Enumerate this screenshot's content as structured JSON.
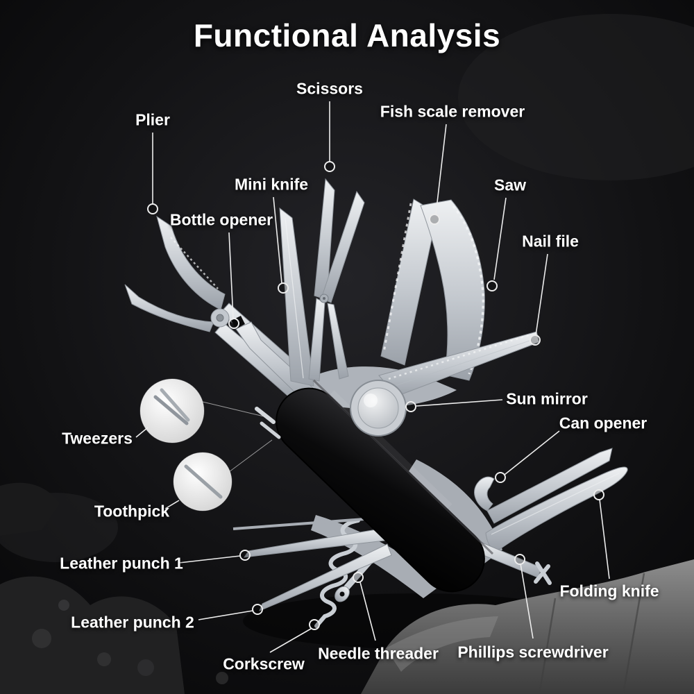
{
  "title": "Functional Analysis",
  "colors": {
    "background": "#070708",
    "label_text": "#ffffff",
    "leader_line": "#ededed",
    "steel": "#c9ced4",
    "handle": "#0b0b0d",
    "rock": "#6f6f6f"
  },
  "labels": [
    {
      "id": "scissors",
      "text": "Scissors"
    },
    {
      "id": "fish-scale-remover",
      "text": "Fish scale remover"
    },
    {
      "id": "plier",
      "text": "Plier"
    },
    {
      "id": "mini-knife",
      "text": "Mini knife"
    },
    {
      "id": "saw",
      "text": "Saw"
    },
    {
      "id": "bottle-opener",
      "text": "Bottle opener"
    },
    {
      "id": "nail-file",
      "text": "Nail file"
    },
    {
      "id": "sun-mirror",
      "text": "Sun mirror"
    },
    {
      "id": "can-opener",
      "text": "Can opener"
    },
    {
      "id": "tweezers",
      "text": "Tweezers"
    },
    {
      "id": "toothpick",
      "text": "Toothpick"
    },
    {
      "id": "leather-punch-1",
      "text": "Leather punch 1"
    },
    {
      "id": "leather-punch-2",
      "text": "Leather punch 2"
    },
    {
      "id": "folding-knife",
      "text": "Folding knife"
    },
    {
      "id": "corkscrew",
      "text": "Corkscrew"
    },
    {
      "id": "needle-threader",
      "text": "Needle threader"
    },
    {
      "id": "phillips-screwdriver",
      "text": "Phillips screwdriver"
    }
  ]
}
